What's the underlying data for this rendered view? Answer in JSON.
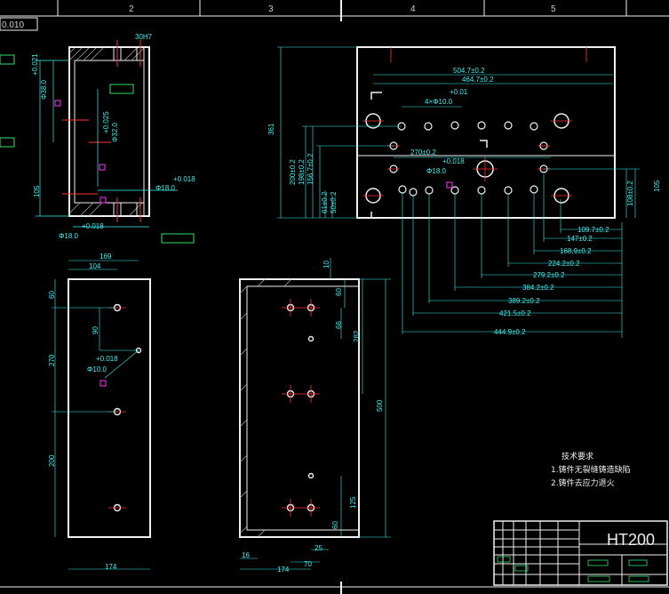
{
  "sheet": {
    "zones": [
      "2",
      "3",
      "4",
      "5"
    ],
    "top_left_label": "0.010",
    "material": "HT200"
  },
  "tech_requirements": {
    "title": "技术要求",
    "items": [
      "1.铸件无裂缝铸造缺陷",
      "2.铸件去应力退火"
    ]
  },
  "view_top_left": {
    "labels": [
      "30H7",
      "+0.021",
      "Φ38.0",
      "+0.025",
      "Φ32.0",
      "105",
      "+0.018",
      "Φ18.0",
      "+0.018",
      "Φ18.0"
    ]
  },
  "view_top_right": {
    "labels": [
      "361",
      "504.7±0.2",
      "464.7±0.2",
      "+0.01",
      "4×Φ10.0",
      "200±0.2",
      "198±0.2",
      "156.7±0.2",
      "270±0.2",
      "+0.018",
      "Φ18.0",
      "105",
      "108±0.2",
      "61±0.2",
      "50±0.2",
      "109.7±0.2",
      "147±0.2",
      "168.9±0.2",
      "224.2±0.2",
      "279.2±0.2",
      "384.2±0.2",
      "389.2±0.2",
      "421.5±0.2",
      "444.9±0.2"
    ]
  },
  "view_bottom_left": {
    "labels": [
      "169",
      "104",
      "60",
      "90",
      "270",
      "+0.018",
      "Φ10.0",
      "200",
      "174"
    ]
  },
  "view_bottom_mid": {
    "labels": [
      "10",
      "60",
      "66",
      "282",
      "500",
      "125",
      "60",
      "25",
      "16",
      "174",
      "70"
    ]
  }
}
